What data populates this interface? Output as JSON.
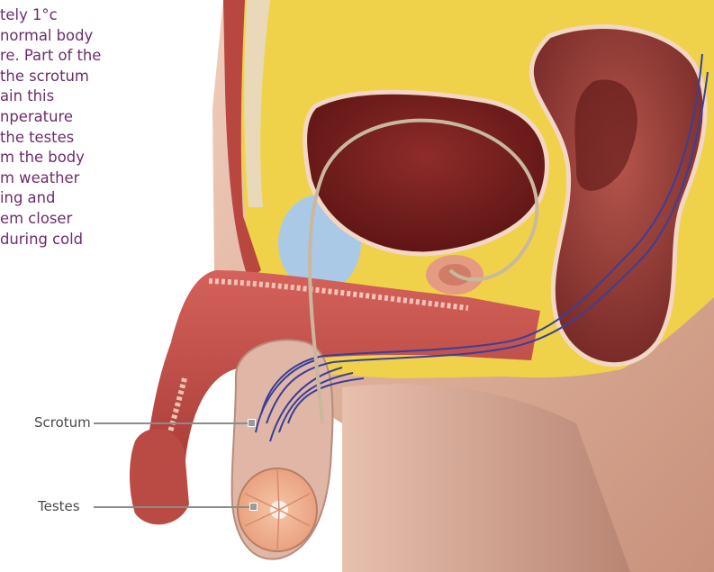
{
  "text_block": {
    "lines": [
      "tely 1°c",
      " normal body",
      "re. Part of the",
      "the scrotum",
      "ain this",
      "nperature",
      "the testes",
      "m the body",
      "m weather",
      "ing and",
      "em closer",
      " during cold"
    ]
  },
  "labels": {
    "scrotum": "Scrotum",
    "testes": "Testes"
  },
  "colors": {
    "text": "#6b2d6a",
    "label_text": "#4a4a4a",
    "leader_line": "#8c8c8c",
    "skin": "#e4b9a5",
    "fat": "#f0d24a",
    "muscle": "#b23a38",
    "vein": "#3a3f9a",
    "gland": "#a9c9e6"
  }
}
